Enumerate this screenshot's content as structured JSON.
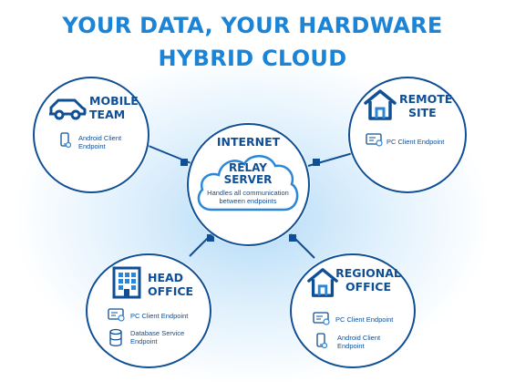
{
  "title": {
    "line1": "YOUR DATA, YOUR HARDWARE",
    "line2": "HYBRID CLOUD"
  },
  "center": {
    "label": "INTERNET",
    "relay_line1": "RELAY",
    "relay_line2": "SERVER",
    "desc_line1": "Handles all communication",
    "desc_line2": "between endpoints"
  },
  "mobile": {
    "title_line1": "MOBILE",
    "title_line2": "TEAM",
    "icon": "car-icon",
    "endpoint_icon": "phone-icon",
    "endpoint_line1": "Android Client",
    "endpoint_line2": "Endpoint"
  },
  "remote": {
    "title_line1": "REMOTE",
    "title_line2": "SITE",
    "icon": "house-icon",
    "endpoint_icon": "pc-certificate-icon",
    "endpoint_label": "PC Client Endpoint"
  },
  "head": {
    "title_line1": "HEAD",
    "title_line2": "OFFICE",
    "icon": "building-icon",
    "endpoint1_icon": "pc-certificate-icon",
    "endpoint1_label": "PC Client Endpoint",
    "endpoint2_icon": "database-icon",
    "endpoint2_line1": "Database Service",
    "endpoint2_line2": "Endpoint"
  },
  "regional": {
    "title_line1": "REGIONAL",
    "title_line2": "OFFICE",
    "icon": "house-icon",
    "endpoint1_icon": "pc-certificate-icon",
    "endpoint1_label": "PC Client Endpoint",
    "endpoint2_icon": "phone-icon",
    "endpoint2_line1": "Android Client",
    "endpoint2_line2": "Endpoint"
  },
  "colors": {
    "title": "#1b84d6",
    "navy": "#0f4f96",
    "icon_blue": "#2a86d8",
    "glow": "#9fd0f5"
  }
}
